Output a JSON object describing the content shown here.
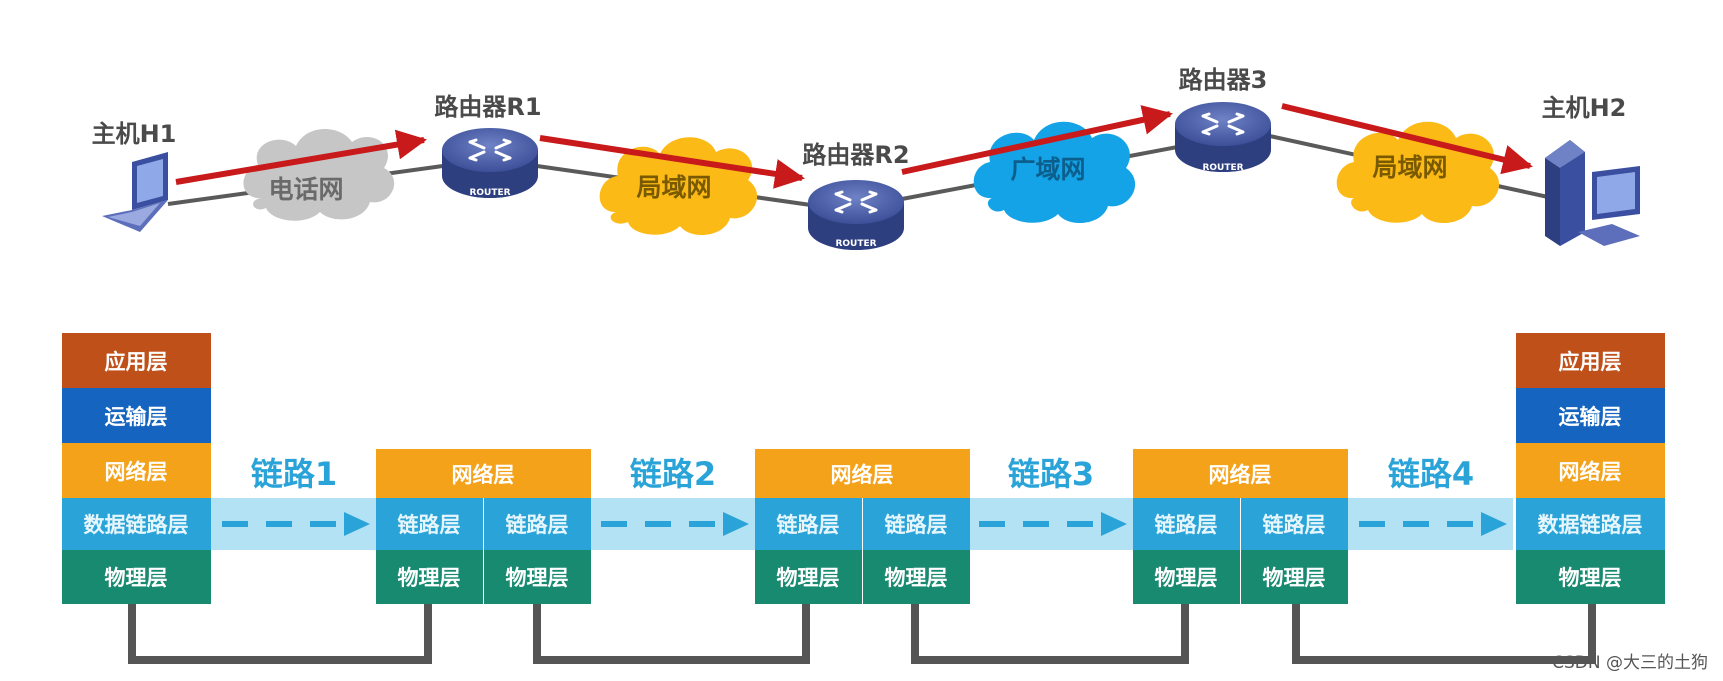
{
  "topology": {
    "host1_label": "主机H1",
    "host2_label": "主机H2",
    "router1_label": "路由器R1",
    "router2_label": "路由器R2",
    "router3_label": "路由器3",
    "router_badge": "ROUTER",
    "cloud1_label": "电话网",
    "cloud2_label": "局域网",
    "cloud3_label": "广域网",
    "cloud4_label": "局域网"
  },
  "stacks": {
    "host1": {
      "application": "应用层",
      "transport": "运输层",
      "network": "网络层",
      "datalink": "数据链路层",
      "physical": "物理层"
    },
    "host2": {
      "application": "应用层",
      "transport": "运输层",
      "network": "网络层",
      "datalink": "数据链路层",
      "physical": "物理层"
    },
    "router": {
      "network": "网络层",
      "link": "链路层",
      "physical": "物理层"
    }
  },
  "links": {
    "link1": "链路1",
    "link2": "链路2",
    "link3": "链路3",
    "link4": "链路4"
  },
  "watermark": "CSDN @大三的土狗",
  "colors": {
    "application": "#c0501a",
    "transport": "#1565c0",
    "network": "#f5a21b",
    "datalink": "#2aa4d8",
    "physical": "#178a70",
    "link_band": "#b3e2f4",
    "link_text": "#2aa4d8",
    "red_arrow": "#c8191b",
    "cable": "#555555"
  }
}
